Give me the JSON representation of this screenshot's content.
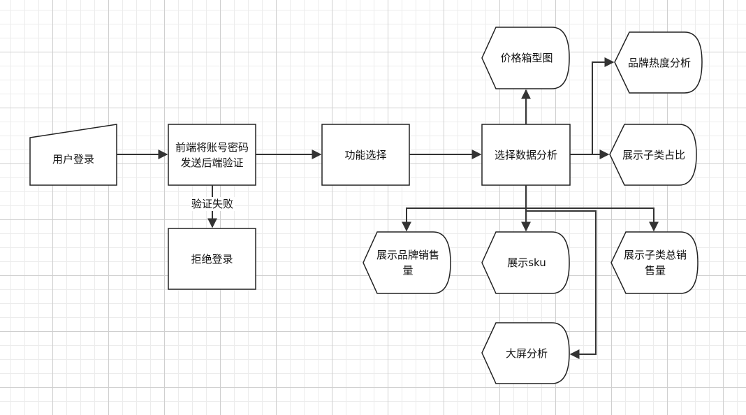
{
  "nodes": {
    "user_login": "用户登录",
    "frontend_send": "前端将账号密码发送后端验证",
    "reject_login": "拒绝登录",
    "function_select": "功能选择",
    "select_analysis": "选择数据分析",
    "price_boxplot": "价格箱型图",
    "brand_heat": "品牌热度分析",
    "subcat_ratio": "展示子类占比",
    "brand_sales": "展示品牌销售量",
    "show_sku": "展示sku",
    "subcat_sales": "展示子类总销售量",
    "big_screen": "大屏分析"
  },
  "edges": {
    "verify_fail": "验证失败"
  },
  "colors": {
    "stroke": "#222222",
    "edge": "#333333",
    "fill": "#ffffff",
    "grid": "#cfcfcf"
  }
}
